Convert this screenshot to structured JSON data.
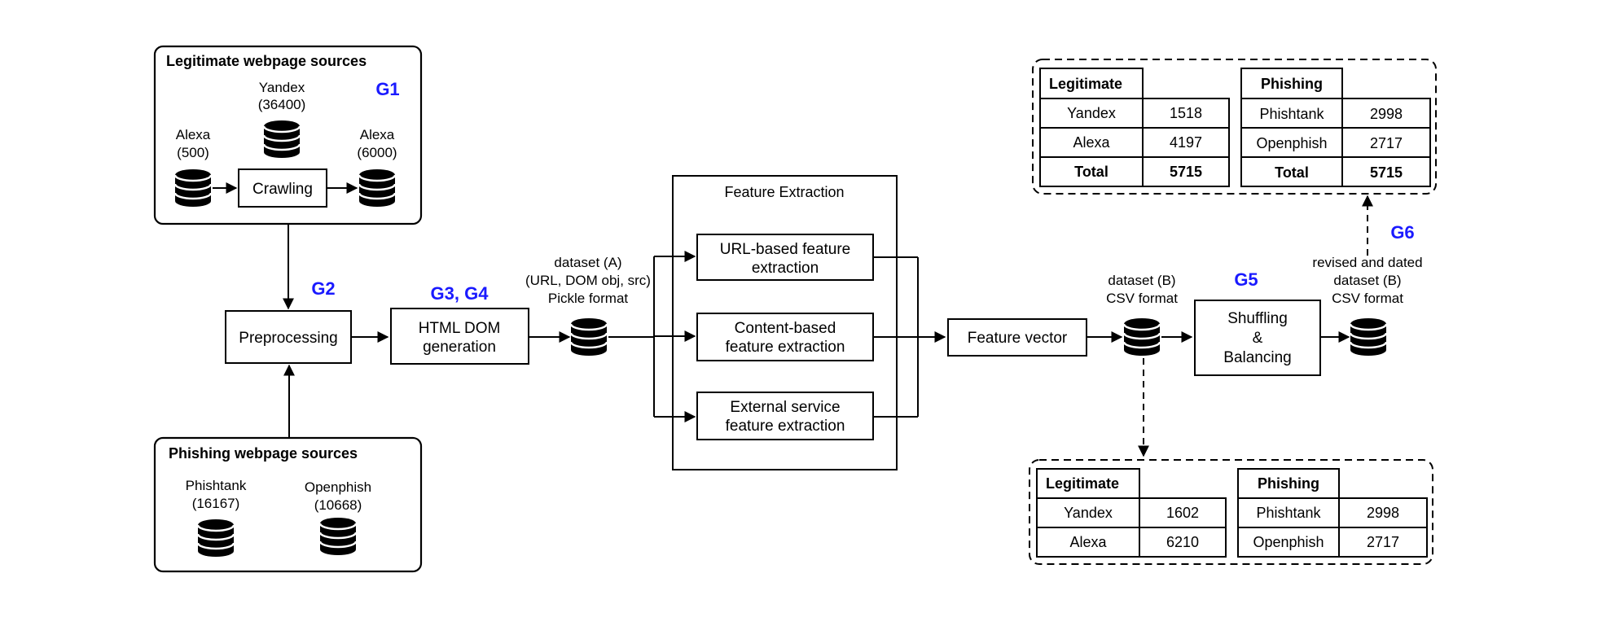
{
  "sources_legit": {
    "title": "Legitimate webpage sources",
    "yandex_name": "Yandex",
    "yandex_count": "(36400)",
    "alexa_in_name": "Alexa",
    "alexa_in_count": "(500)",
    "alexa_out_name": "Alexa",
    "alexa_out_count": "(6000)",
    "crawling_label": "Crawling",
    "tag": "G1"
  },
  "sources_phish": {
    "title": "Phishing webpage sources",
    "phishtank_name": "Phishtank",
    "phishtank_count": "(16167)",
    "openphish_name": "Openphish",
    "openphish_count": "(10668)"
  },
  "pipeline": {
    "preprocessing": "Preprocessing",
    "g2": "G2",
    "dom_line1": "HTML DOM",
    "dom_line2": "generation",
    "g34": "G3, G4",
    "dataset_a_line1": "dataset (A)",
    "dataset_a_line2": "(URL, DOM obj, src)",
    "dataset_a_line3": "Pickle format",
    "fe_title": "Feature Extraction",
    "url_line1": "URL-based feature",
    "url_line2": "extraction",
    "content_line1": "Content-based",
    "content_line2": "feature extraction",
    "ext_line1": "External service",
    "ext_line2": "feature extraction",
    "feature_vector": "Feature vector",
    "dataset_b_line1": "dataset (B)",
    "dataset_b_line2": "CSV format",
    "g5": "G5",
    "shuf_line1": "Shuffling",
    "shuf_line2": "&",
    "shuf_line3": "Balancing",
    "revised_line1": "revised and dated",
    "revised_line2": "dataset (B)",
    "revised_line3": "CSV format",
    "g6": "G6"
  },
  "top_tables": {
    "legit": {
      "header": "Legitimate",
      "rows": [
        [
          "Yandex",
          "1518"
        ],
        [
          "Alexa",
          "4197"
        ],
        [
          "Total",
          "5715"
        ]
      ]
    },
    "phish": {
      "header": "Phishing",
      "rows": [
        [
          "Phishtank",
          "2998"
        ],
        [
          "Openphish",
          "2717"
        ],
        [
          "Total",
          "5715"
        ]
      ]
    }
  },
  "bottom_tables": {
    "legit": {
      "header": "Legitimate",
      "rows": [
        [
          "Yandex",
          "1602"
        ],
        [
          "Alexa",
          "6210"
        ]
      ]
    },
    "phish": {
      "header": "Phishing",
      "rows": [
        [
          "Phishtank",
          "2998"
        ],
        [
          "Openphish",
          "2717"
        ]
      ]
    }
  },
  "colors": {
    "tag_blue": "#1a1aff",
    "line": "#000000"
  }
}
